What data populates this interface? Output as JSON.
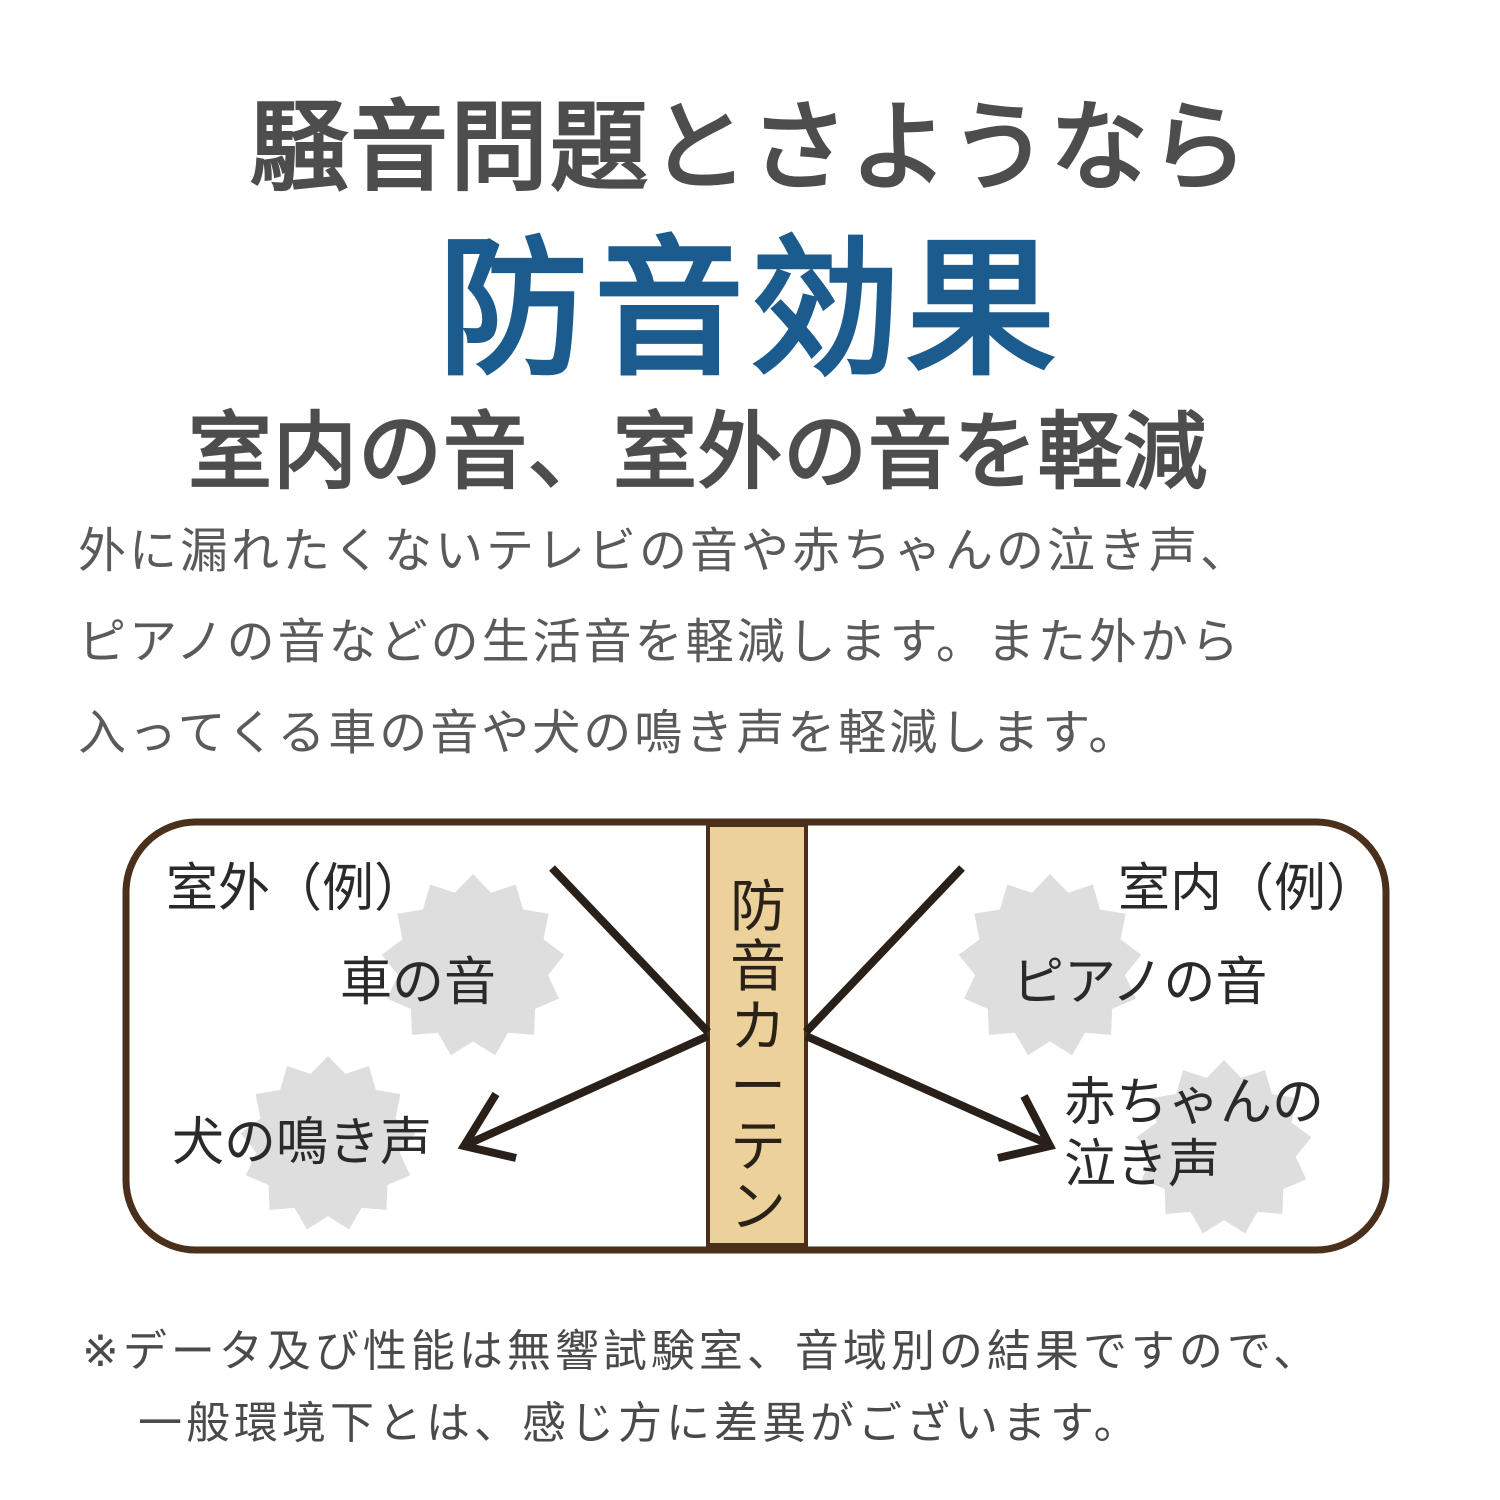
{
  "header": {
    "headline": "騒音問題とさようなら",
    "title": "防音効果",
    "subtitle": "室内の音、室外の音を軽減"
  },
  "description": {
    "lines": [
      "外に漏れたくないテレビの音や赤ちゃんの泣き声、",
      "ピアノの音などの生活音を軽減します。また外から",
      "入ってくる車の音や犬の鳴き声を軽減します。"
    ]
  },
  "diagram": {
    "outside_label": "室外（例）",
    "inside_label": "室内（例）",
    "outside_sounds": [
      "車の音",
      "犬の鳴き声"
    ],
    "inside_sounds": [
      "ピアノの音",
      "赤ちゃんの",
      "泣き声"
    ],
    "curtain_label": [
      "防",
      "音",
      "カ",
      "ー",
      "テ",
      "ン"
    ],
    "colors": {
      "frame": "#4a2f1a",
      "curtain": "#ecd19a",
      "burst": "#dedede",
      "arrow": "#2a201a"
    }
  },
  "note": {
    "lines": [
      "※データ及び性能は無響試験室、音域別の結果ですので、",
      "一般環境下とは、感じ方に差異がございます。"
    ]
  },
  "colors": {
    "title_blue": "#1b5b8d",
    "text_gray": "#4d4d4d"
  }
}
